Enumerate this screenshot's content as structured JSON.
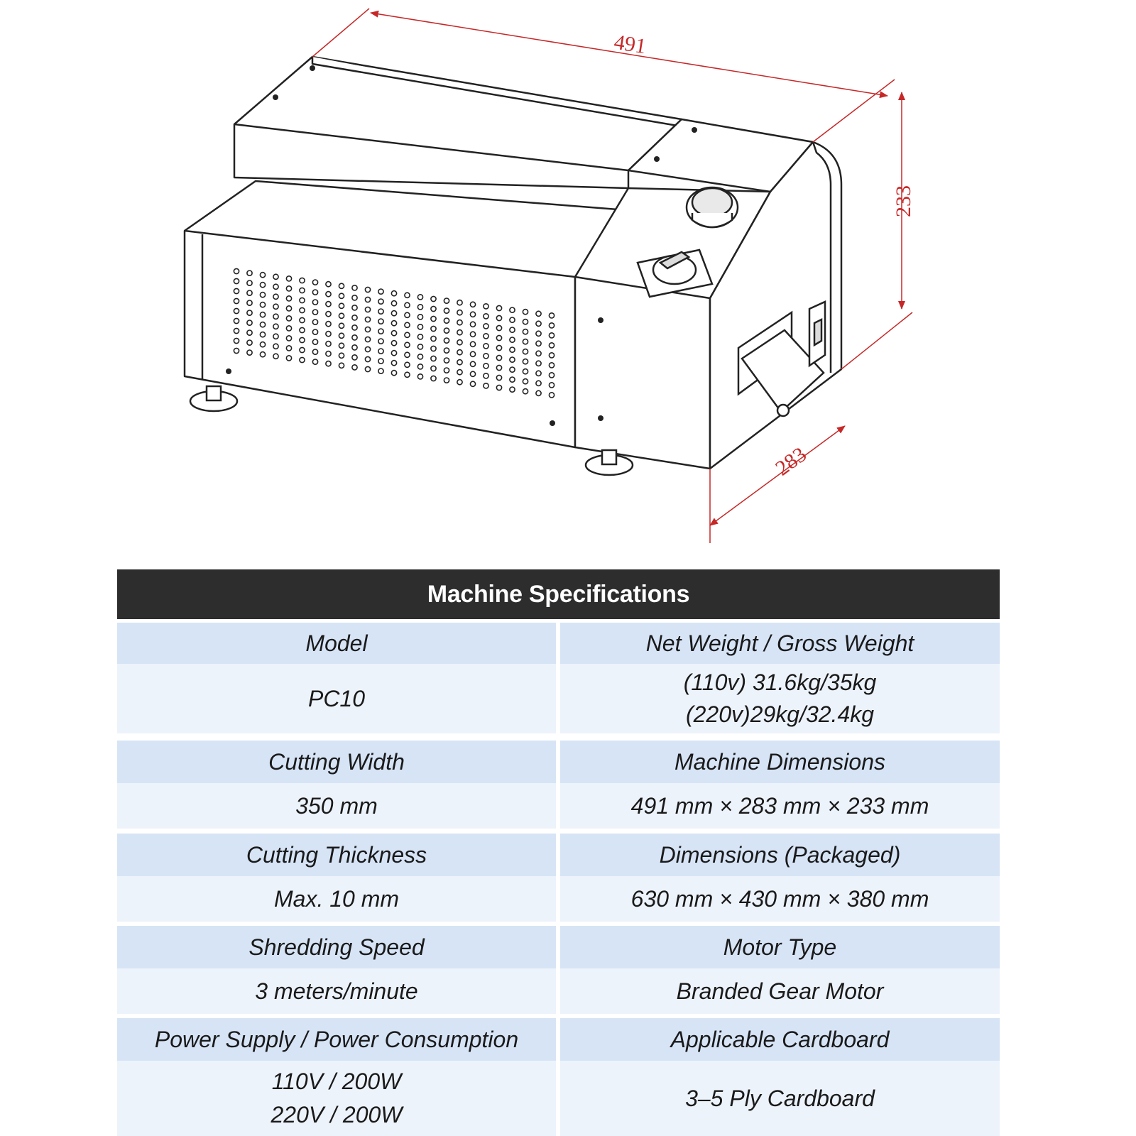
{
  "drawing": {
    "dimension_width": "491",
    "dimension_height": "233",
    "dimension_depth": "283",
    "dimension_color": "#c62828"
  },
  "specs": {
    "title": "Machine Specifications",
    "rows": [
      {
        "left_label": "Model",
        "left_values": [
          "PC10"
        ],
        "right_label": "Net Weight / Gross Weight",
        "right_values": [
          "(110v) 31.6kg/35kg",
          "(220v)29kg/32.4kg"
        ]
      },
      {
        "left_label": "Cutting Width",
        "left_values": [
          "350 mm"
        ],
        "right_label": "Machine Dimensions",
        "right_values": [
          "491 mm × 283 mm × 233 mm"
        ]
      },
      {
        "left_label": "Cutting Thickness",
        "left_values": [
          "Max. 10 mm"
        ],
        "right_label": "Dimensions (Packaged)",
        "right_values": [
          "630 mm × 430 mm × 380 mm"
        ]
      },
      {
        "left_label": "Shredding Speed",
        "left_values": [
          "3 meters/minute"
        ],
        "right_label": "Motor Type",
        "right_values": [
          "Branded Gear Motor"
        ]
      },
      {
        "left_label": "Power Supply / Power Consumption",
        "left_values": [
          "110V / 200W",
          "220V / 200W"
        ],
        "right_label": "Applicable Cardboard",
        "right_values": [
          "3–5 Ply Cardboard"
        ]
      }
    ],
    "header_color": "#2d2d2d",
    "label_bg": "#d6e4f6",
    "value_bg": "#edf3fb"
  }
}
